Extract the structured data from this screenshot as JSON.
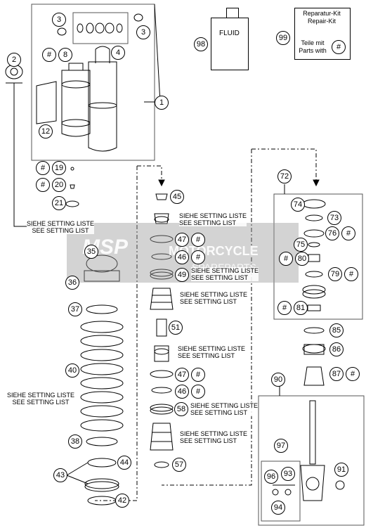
{
  "fluid_label": "FLUID",
  "repair_kit": {
    "line1": "Reparatur-Kit",
    "line2": "Repair-Kit",
    "line3": "Teile mit",
    "line4": "Parts with",
    "hash": "#"
  },
  "setting_note": {
    "line1": "SIEHE SETTING LISTE",
    "line2": "SEE SETTING LIST"
  },
  "watermark": {
    "logo": "MSP",
    "line1": "MOTORCYCLE",
    "line2": "SPAREPARTS"
  },
  "callouts": {
    "c1": "1",
    "c2": "2",
    "c3a": "3",
    "c3b": "3",
    "c4": "4",
    "c8": "8",
    "c12": "12",
    "c19": "19",
    "c20": "20",
    "c21": "21",
    "c35": "35",
    "c36": "36",
    "c37": "37",
    "c38": "38",
    "c40": "40",
    "c42": "42",
    "c43": "43",
    "c44": "44",
    "c45": "45",
    "c46a": "46",
    "c46b": "46",
    "c47a": "47",
    "c47b": "47",
    "c49": "49",
    "c51": "51",
    "c57": "57",
    "c58": "58",
    "c72": "72",
    "c73": "73",
    "c74": "74",
    "c75": "75",
    "c76": "76",
    "c79": "79",
    "c80": "80",
    "c81": "81",
    "c85": "85",
    "c86": "86",
    "c87": "87",
    "c90": "90",
    "c91": "91",
    "c93": "93",
    "c94": "94",
    "c96": "96",
    "c97": "97",
    "c98": "98",
    "c99": "99",
    "hash": "#"
  }
}
